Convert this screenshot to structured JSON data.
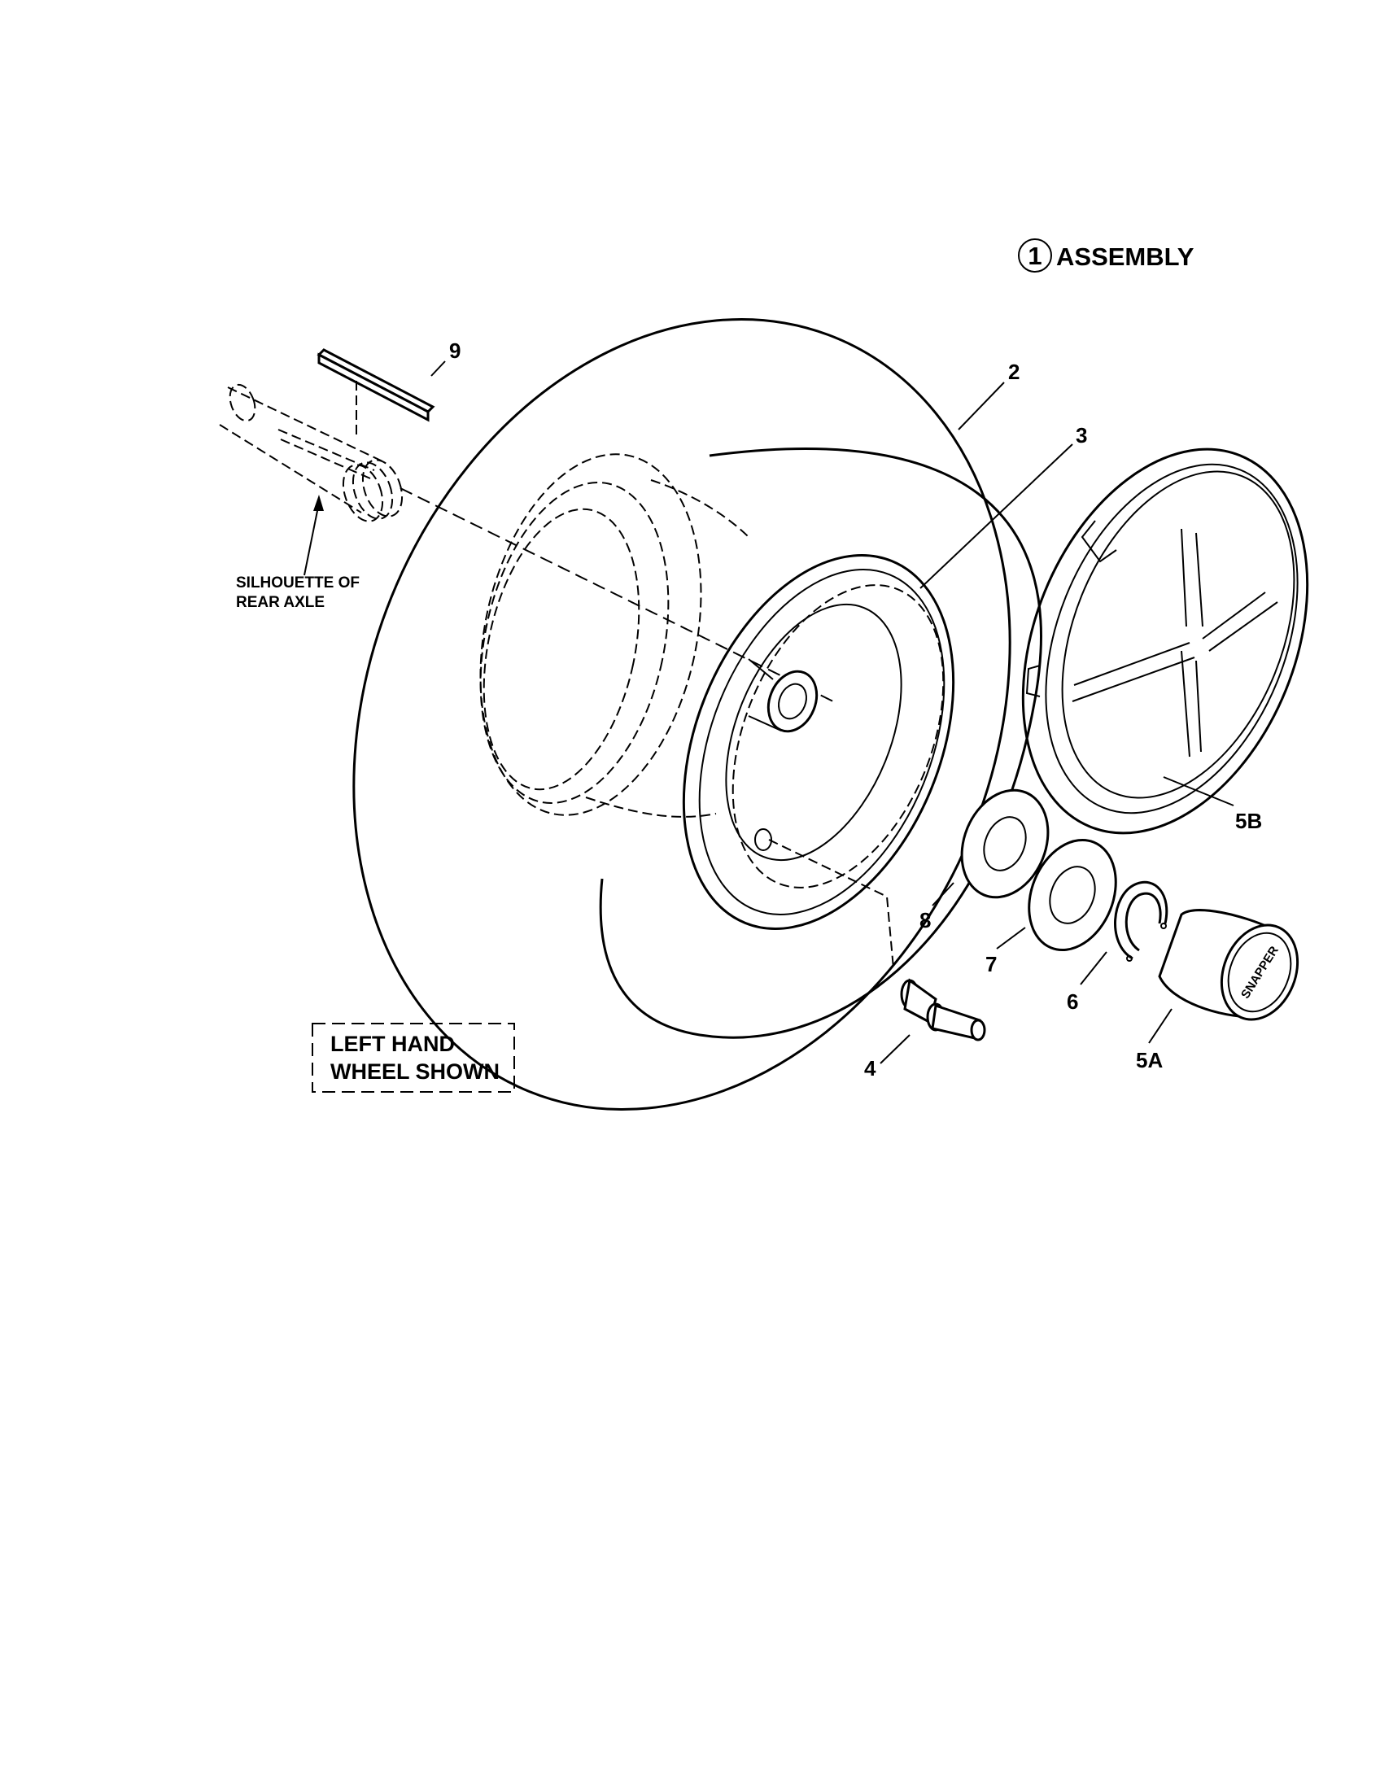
{
  "title": {
    "circle_number": "1",
    "text": "ASSEMBLY"
  },
  "callouts": {
    "item2": "2",
    "item3": "3",
    "item4": "4",
    "item5a": "5A",
    "item5b": "5B",
    "item6": "6",
    "item7": "7",
    "item8": "8",
    "item9": "9"
  },
  "axle_note": {
    "line1": "SILHOUETTE OF",
    "line2": "REAR AXLE"
  },
  "wheel_note": {
    "line1": "LEFT HAND",
    "line2": "WHEEL SHOWN"
  },
  "hubcap_brand": "SNAPPER"
}
